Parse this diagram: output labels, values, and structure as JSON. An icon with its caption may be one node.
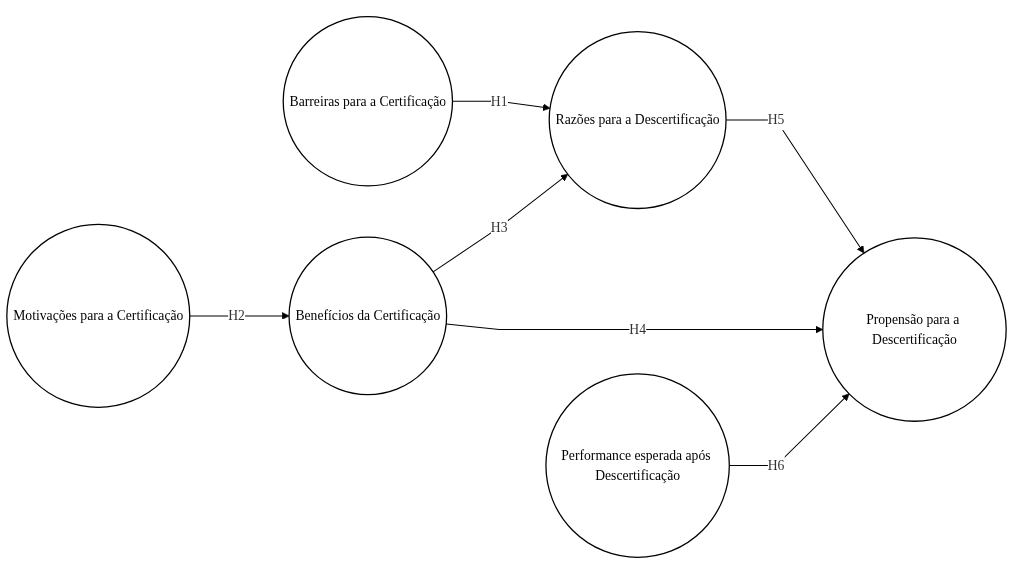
{
  "diagram": {
    "nodes": [
      {
        "text": [
          "Barreiras para a Certificação"
        ]
      },
      {
        "text": [
          "Razões para a Descertificação"
        ]
      },
      {
        "text": [
          "Propensão para a Descertificação"
        ]
      },
      {
        "text": [
          "Motivações para a Certificação"
        ]
      },
      {
        "text": [
          "Benefícios da Certificação"
        ]
      },
      {
        "text": [
          "Performance esperada após Descertificação"
        ]
      }
    ],
    "edges": [
      {
        "from": 0,
        "to": 1,
        "arrow": "to",
        "label": "H1"
      },
      {
        "from": 1,
        "to": 2,
        "arrow": "to",
        "label": "H5"
      },
      {
        "from": 4,
        "to": 1,
        "arrow": "to",
        "label": "H3"
      },
      {
        "from": 4,
        "to": 2,
        "arrow": "to",
        "label": "H4"
      },
      {
        "from": 3,
        "to": 4,
        "arrow": "to",
        "label": "H2"
      },
      {
        "from": 5,
        "to": 2,
        "arrow": "to",
        "label": "H6"
      }
    ]
  }
}
